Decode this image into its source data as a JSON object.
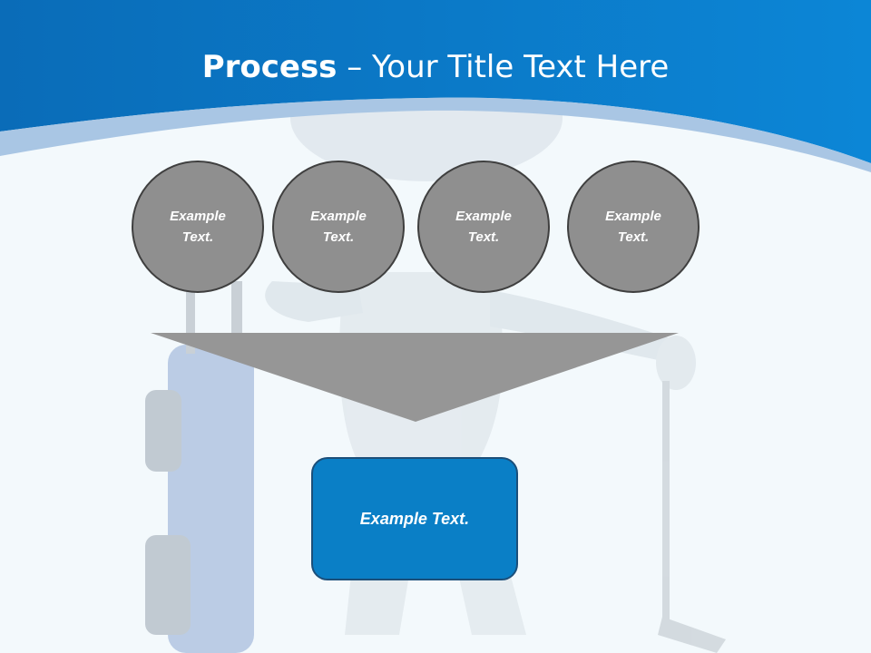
{
  "slide": {
    "title_bold": "Process",
    "title_rest": " – Your Title Text Here",
    "colors": {
      "header_blue": "#0b78c8",
      "band_light": "#9cbfe0",
      "circle_fill": "#8f8f8f",
      "circle_border": "#3f3f3f",
      "funnel_fill": "#969696",
      "box_fill": "#0a7fc6",
      "box_border": "#1b4f7a"
    }
  },
  "circles": [
    {
      "label": "Example Text."
    },
    {
      "label": "Example Text."
    },
    {
      "label": "Example Text."
    },
    {
      "label": "Example Text."
    }
  ],
  "result_box": {
    "label": "Example Text."
  },
  "background_image": {
    "subject": "white 3d figure leaning on golf club beside golf bag"
  }
}
